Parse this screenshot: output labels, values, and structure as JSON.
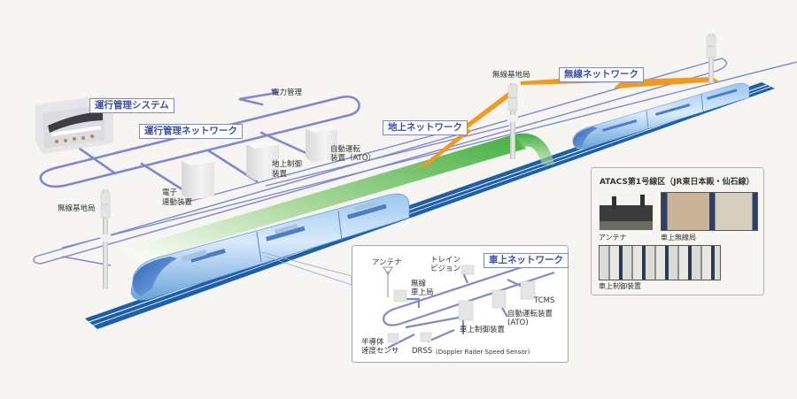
{
  "labels": {
    "operation_system": "運行管理システム",
    "operation_network": "運行管理ネットワーク",
    "ground_network": "地上ネットワーク",
    "wireless_network": "無線ネットワーク",
    "onboard_network": "車上ネットワーク"
  },
  "ground_equipment": {
    "power_management": "電力管理",
    "electronic_interlocking": [
      "電子",
      "連動装置"
    ],
    "ground_control": [
      "地上制御",
      "装置"
    ],
    "ato": [
      "自動運転",
      "装置（ATO）"
    ]
  },
  "base_stations": {
    "left": "無線基地局",
    "center": "無線基地局"
  },
  "onboard": {
    "antenna": "アンテナ",
    "radio": [
      "無線",
      "車上局"
    ],
    "train_vision": [
      "トレイン",
      "ビジョン"
    ],
    "tcms": "TCMS",
    "ato": [
      "自動運転装置",
      "(ATO)"
    ],
    "control": "車上制御装置",
    "speed_sensor": [
      "半導体",
      "速度センサ"
    ],
    "drss": "DRSS",
    "drss_full": "(Doppler Rader Speed Sensor)"
  },
  "atacs_panel": {
    "title": "ATACS第1号線区（JR東日本殿・仙石線）",
    "photos": [
      {
        "label": "アンテナ"
      },
      {
        "label": "車上無線局"
      },
      {
        "label": "車上制御装置"
      }
    ]
  },
  "colors": {
    "network_line": "#7f88cf",
    "wireless_beam": "#f39a1e",
    "ground_beam": "#4db54a",
    "track": "#1d5fa8",
    "label_text": "#3c4fa8"
  }
}
